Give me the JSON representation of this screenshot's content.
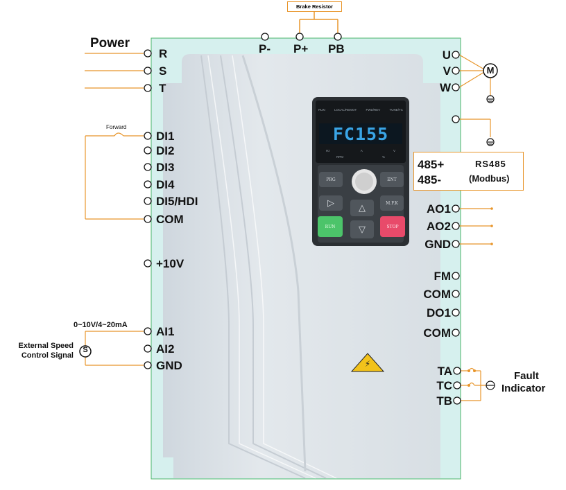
{
  "brake_box": {
    "label": "Brake Resistor"
  },
  "dc_terminals": [
    "P-",
    "P+",
    "PB"
  ],
  "power": {
    "title": "Power",
    "terminals": [
      "R",
      "S",
      "T"
    ]
  },
  "motor_terminals": [
    "U",
    "V",
    "W"
  ],
  "motor_symbol": "M",
  "digital_inputs": {
    "switch_label": "Forward",
    "terminals": [
      "DI1",
      "DI2",
      "DI3",
      "DI4",
      "DI5/HDI",
      "COM"
    ]
  },
  "ref_voltage": "+10V",
  "analog_inputs": {
    "range_label": "0~10V/4~20mA",
    "signal_label_line1": "External Speed",
    "signal_label_line2": "Control Signal",
    "signal_symbol": "S",
    "terminals": [
      "AI1",
      "AI2",
      "GND"
    ]
  },
  "rs485": {
    "terminals": [
      "485+",
      "485-"
    ],
    "label_line1": "RS485",
    "label_line2": "(Modbus)"
  },
  "analog_outputs": [
    "AO1",
    "AO2",
    "GND"
  ],
  "digital_outputs": [
    "FM",
    "COM",
    "DO1",
    "COM"
  ],
  "relay": {
    "terminals": [
      "TA",
      "TC",
      "TB"
    ],
    "label_line1": "Fault",
    "label_line2": "Indicator"
  },
  "keypad": {
    "display": "FC155",
    "status_labels": [
      "RUN",
      "LOCAL/REMOT",
      "FWD/REV",
      "TUNE/TC"
    ],
    "unit_labels": [
      "Hz",
      "A",
      "V"
    ],
    "unit_labels_row2": [
      "RPM",
      "%"
    ],
    "buttons": {
      "prg": "PRG",
      "ent": "ENT",
      "shift": "▷",
      "up": "△",
      "down": "▽",
      "mfk": "M.F.K",
      "run": "RUN",
      "stop": "STOP"
    }
  },
  "warning_glyph": "⚡",
  "colors": {
    "background_panel": "#d6f0ee",
    "wire": "#e8952a",
    "enclosure": "#dde3e8",
    "display_text": "#3aa5e6",
    "run_button": "#4cc46a",
    "stop_button": "#e84a6a"
  }
}
